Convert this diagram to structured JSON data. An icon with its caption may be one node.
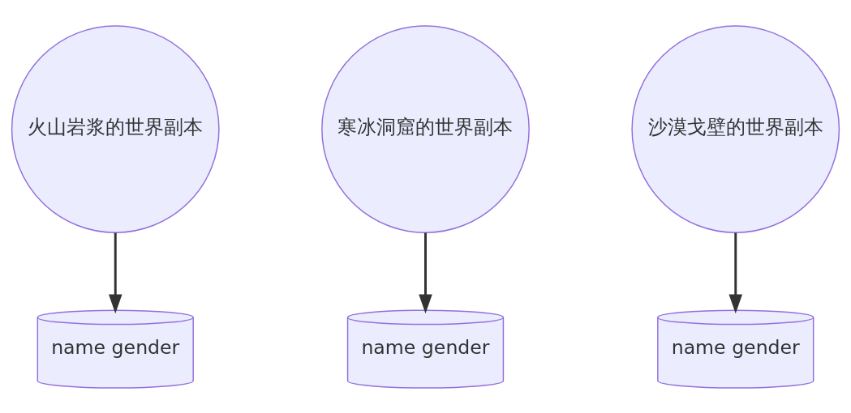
{
  "diagram": {
    "nodes": [
      {
        "text": [
          "火山岩浆的世界副本"
        ]
      },
      {
        "text": [
          "寒冰洞窟的世界副本"
        ]
      },
      {
        "text": [
          "沙漠戈壁的世界副本"
        ]
      },
      {
        "text": [
          "name gender"
        ]
      },
      {
        "text": [
          "name gender"
        ]
      },
      {
        "text": [
          "name gender"
        ]
      }
    ],
    "edges": [
      {
        "from": 0,
        "to": 3,
        "arrow": "to"
      },
      {
        "from": 1,
        "to": 4,
        "arrow": "to"
      },
      {
        "from": 2,
        "to": 5,
        "arrow": "to"
      }
    ]
  }
}
